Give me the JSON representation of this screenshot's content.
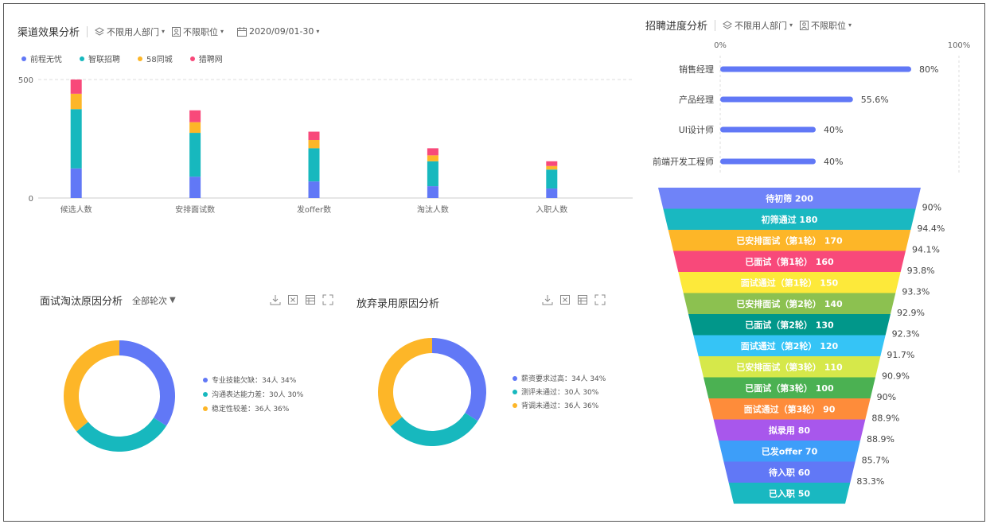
{
  "channel": {
    "title": "渠道效果分析",
    "filters": {
      "dept": "不限用人部门",
      "position": "不限职位",
      "date": "2020/09/01-30"
    }
  },
  "progress": {
    "title": "招聘进度分析",
    "filters": {
      "dept": "不限用人部门",
      "position": "不限职位"
    }
  },
  "interview": {
    "title": "面试淘汰原因分析",
    "round_filter": "全部轮次"
  },
  "abandon": {
    "title": "放弃录用原因分析"
  },
  "colors": {
    "blue": "#6178f6",
    "teal": "#17b8be",
    "orange": "#fdb628",
    "pink": "#f8497a"
  },
  "icons": [
    "download-icon",
    "excel-export-icon",
    "table-view-icon",
    "fullscreen-icon"
  ],
  "chart_data": [
    {
      "type": "bar",
      "stacked": true,
      "title": "渠道效果分析",
      "categories": [
        "候选人数",
        "安排面试数",
        "发offer数",
        "淘汰人数",
        "入职人数"
      ],
      "series": [
        {
          "name": "前程无忧",
          "color": "#6178f6",
          "values": [
            125,
            90,
            70,
            50,
            40
          ]
        },
        {
          "name": "智联招聘",
          "color": "#17b8be",
          "values": [
            250,
            185,
            140,
            105,
            80
          ]
        },
        {
          "name": "58同城",
          "color": "#fdb628",
          "values": [
            65,
            45,
            35,
            25,
            15
          ]
        },
        {
          "name": "猎聘网",
          "color": "#f8497a",
          "values": [
            60,
            50,
            35,
            30,
            20
          ]
        }
      ],
      "yticks": [
        "0",
        "500"
      ],
      "ylim": [
        0,
        500
      ],
      "legend": "top-left"
    },
    {
      "type": "bar",
      "orientation": "horizontal",
      "title": "招聘进度分析",
      "categories": [
        "销售经理",
        "产品经理",
        "UI设计师",
        "前端开发工程师"
      ],
      "values": [
        80,
        55.6,
        40,
        40
      ],
      "labels": [
        "80%",
        "55.6%",
        "40%",
        "40%"
      ],
      "axis_labels": [
        "0%",
        "100%"
      ],
      "xlim": [
        0,
        100
      ],
      "color": "#6178f6"
    },
    {
      "type": "funnel",
      "stages": [
        {
          "label": "待初筛 200",
          "rate": "",
          "color": "#6f83f8"
        },
        {
          "label": "初筛通过 180",
          "rate": "90%",
          "color": "#19b8c1"
        },
        {
          "label": "已安排面试（第1轮） 170",
          "rate": "94.4%",
          "color": "#fdb628"
        },
        {
          "label": "已面试（第1轮） 160",
          "rate": "94.1%",
          "color": "#f8497a"
        },
        {
          "label": "面试通过（第1轮） 150",
          "rate": "93.8%",
          "color": "#fde93a"
        },
        {
          "label": "已安排面试（第2轮） 140",
          "rate": "93.3%",
          "color": "#8cc150"
        },
        {
          "label": "已面试（第2轮） 130",
          "rate": "92.9%",
          "color": "#01978a"
        },
        {
          "label": "面试通过（第2轮） 120",
          "rate": "92.3%",
          "color": "#35c4f6"
        },
        {
          "label": "已安排面试（第3轮） 110",
          "rate": "91.7%",
          "color": "#d6e84a"
        },
        {
          "label": "已面试（第3轮） 100",
          "rate": "90.9%",
          "color": "#4bb152"
        },
        {
          "label": "面试通过（第3轮） 90",
          "rate": "90%",
          "color": "#fe8c3a"
        },
        {
          "label": "拟录用 80",
          "rate": "88.9%",
          "color": "#a857ec"
        },
        {
          "label": "已发offer 70",
          "rate": "88.9%",
          "color": "#3d9ef9"
        },
        {
          "label": "待入职 60",
          "rate": "85.7%",
          "color": "#6178f6"
        },
        {
          "label": "已入职 50",
          "rate": "83.3%",
          "color": "#19b8c1"
        }
      ]
    },
    {
      "type": "pie",
      "donut": true,
      "title": "面试淘汰原因分析",
      "slices": [
        {
          "name": "专业技能欠缺：34人  34%",
          "value": 34,
          "color": "#6178f6"
        },
        {
          "name": "沟通表达能力差：30人  30%",
          "value": 30,
          "color": "#17b8be"
        },
        {
          "name": "稳定性较差：36人  36%",
          "value": 36,
          "color": "#fdb628"
        }
      ]
    },
    {
      "type": "pie",
      "donut": true,
      "title": "放弃录用原因分析",
      "slices": [
        {
          "name": "薪资要求过高：34人  34%",
          "value": 34,
          "color": "#6178f6"
        },
        {
          "name": "测评未通过：30人  30%",
          "value": 30,
          "color": "#17b8be"
        },
        {
          "name": "背调未通过：36人  36%",
          "value": 36,
          "color": "#fdb628"
        }
      ]
    }
  ]
}
